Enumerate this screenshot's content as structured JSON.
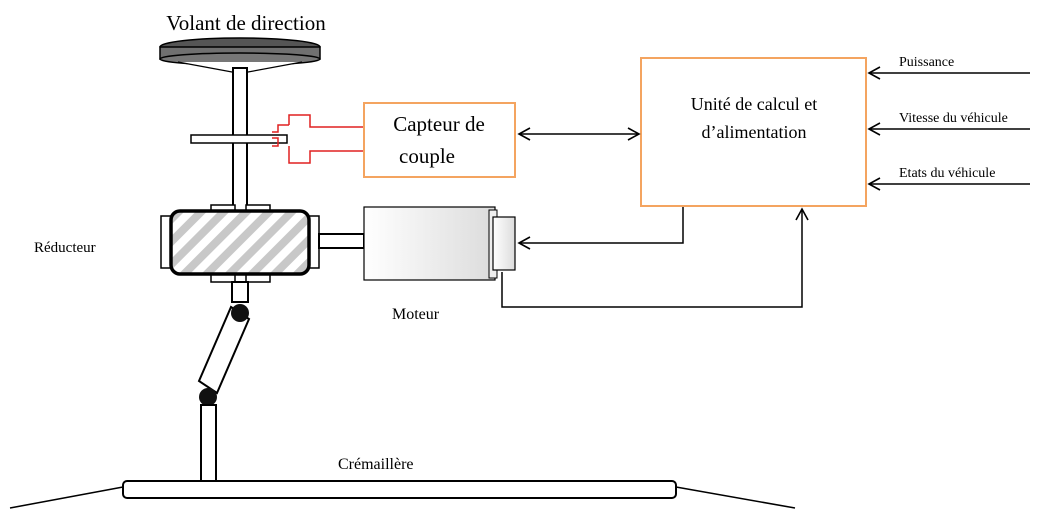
{
  "labels": {
    "steering_wheel": "Volant de direction",
    "torque_sensor_line1": "Capteur de",
    "torque_sensor_line2": "couple",
    "ecu_line1": "Unité de calcul et",
    "ecu_line2": "d’alimentation",
    "reducer": "Réducteur",
    "motor": "Moteur",
    "rack": "Crémaillère"
  },
  "inputs": [
    {
      "label": "Puissance"
    },
    {
      "label": "Vitesse du véhicule"
    },
    {
      "label": "Etats du véhicule"
    }
  ],
  "colors": {
    "box_border": "#f4a460",
    "sensor_wire": "#e02020",
    "line": "#000000",
    "hatch": "#c8c8c8",
    "wheel": "#6e6e6e"
  }
}
